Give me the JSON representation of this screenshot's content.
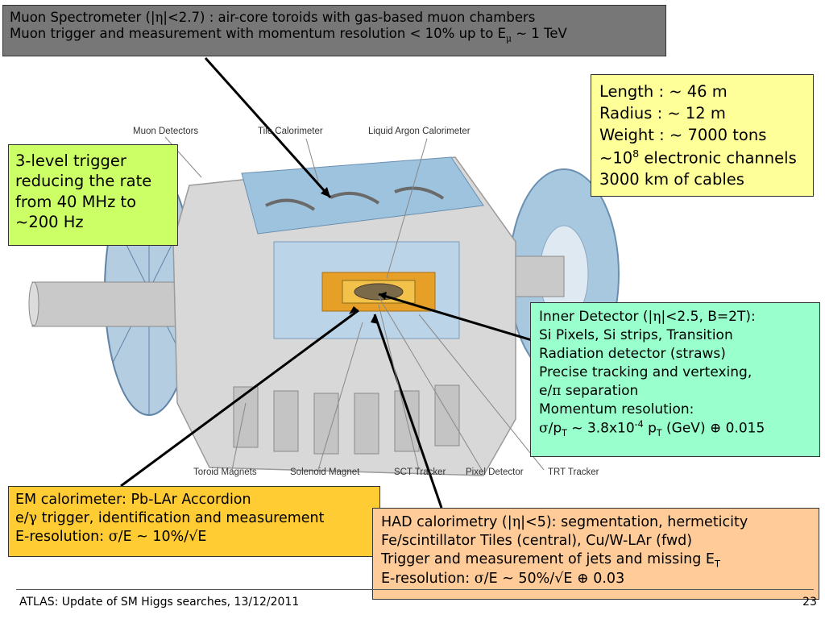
{
  "muon": {
    "line1_a": "Muon Spectrometer (|",
    "eta": "η",
    "line1_b": "|<2.7) : air-core toroids with gas-based muon chambers",
    "line2_a": "Muon trigger and measurement with momentum resolution < 10% up to E",
    "line2_sub": "μ",
    "line2_b": " ~ 1 TeV"
  },
  "specs": {
    "length": "Length  : ~ 46 m",
    "radius": "Radius  : ~ 12 m",
    "weight": "Weight : ~ 7000 tons",
    "channels_a": "~10",
    "channels_sup": "8",
    "channels_b": " electronic channels",
    "cables": "3000 km of cables"
  },
  "trigger": {
    "lines": [
      "3-level trigger",
      "reducing the rate",
      "from 40 MHz to",
      "~200 Hz"
    ]
  },
  "inner_detector": {
    "line1_a": "Inner Detector (|",
    "eta": "η",
    "line1_b": "|<2.5, B=2T):",
    "line2": "Si Pixels, Si strips, Transition",
    "line3": "Radiation detector (straws)",
    "line4": "Precise tracking and vertexing,",
    "line5_a": "e/",
    "pi": "π",
    "line5_b": " separation",
    "line6": "Momentum resolution:",
    "line7_sigma": "σ",
    "line7_a": "/p",
    "line7_sub1": "T",
    "line7_b": " ~ 3.8x10",
    "line7_sup": "-4",
    "line7_c": " p",
    "line7_sub2": "T",
    "line7_d": " (GeV) ",
    "oplus": "⊕",
    "line7_e": " 0.015"
  },
  "em": {
    "line1": "EM calorimeter: Pb-LAr Accordion",
    "line2_a": "e/",
    "gamma": "γ",
    "line2_b": " trigger, identification and measurement",
    "line3_a": "E-resolution: ",
    "sigma": "σ",
    "line3_b": "/E ~ 10%/",
    "sqrt": "√",
    "line3_c": "E"
  },
  "had": {
    "line1_a": "HAD calorimetry (|",
    "eta": "η",
    "line1_b": "|<5): segmentation, hermeticity",
    "line2": "Fe/scintillator Tiles (central), Cu/W-LAr (fwd)",
    "line3_a": "Trigger and measurement of jets and missing E",
    "line3_sub": "T",
    "line4_a": "E-resolution: ",
    "sigma": "σ",
    "line4_b": "/E ~ 50%/",
    "sqrt": "√",
    "line4_c": "E ",
    "oplus": "⊕",
    "line4_d": " 0.03"
  },
  "detector_labels": {
    "muon_detectors": "Muon Detectors",
    "tile_calorimeter": "Tile Calorimeter",
    "liquid_argon": "Liquid Argon Calorimeter",
    "toroid_magnets": "Toroid Magnets",
    "solenoid_magnet": "Solenoid Magnet",
    "sct_tracker": "SCT Tracker",
    "pixel_detector": "Pixel Detector",
    "trt_tracker": "TRT Tracker"
  },
  "footer": {
    "text": "ATLAS: Update of SM Higgs searches, 13/12/2011",
    "page": "23"
  }
}
